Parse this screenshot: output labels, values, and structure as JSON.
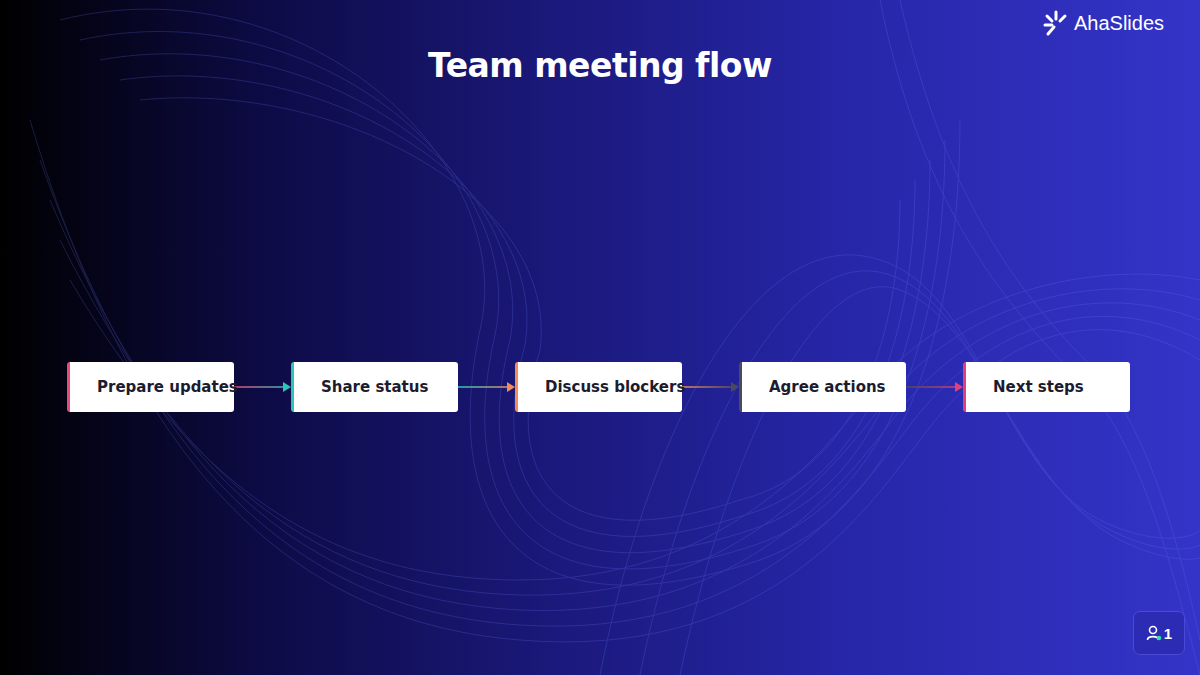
{
  "diagram": {
    "title": "Team meeting flow",
    "nodes": [
      {
        "text": [
          "Prepare updates"
        ]
      },
      {
        "text": [
          "Share status"
        ]
      },
      {
        "text": [
          "Discuss blockers"
        ]
      },
      {
        "text": [
          "Agree actions"
        ]
      },
      {
        "text": [
          "Next steps"
        ]
      }
    ],
    "edges": [
      {
        "from": 0,
        "to": 1,
        "arrow": "to"
      },
      {
        "from": 1,
        "to": 2,
        "arrow": "to"
      },
      {
        "from": 2,
        "to": 3,
        "arrow": "to"
      },
      {
        "from": 3,
        "to": 4,
        "arrow": "to"
      }
    ],
    "labels": [
      "AhaSlides",
      "1"
    ]
  }
}
